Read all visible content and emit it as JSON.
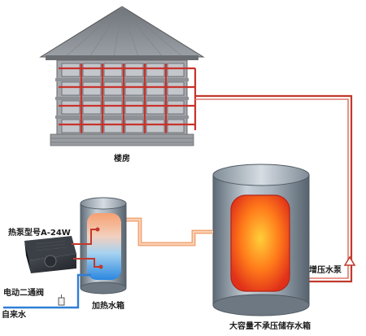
{
  "labels": {
    "building": "楼房",
    "heat_pump_model": "热泵型号A-24W",
    "two_way_valve": "电动二通阀",
    "tap_water": "自来水",
    "heating_tank": "加热水箱",
    "booster_pump": "增压水泵",
    "storage_tank": "大容量不承压储存水箱"
  },
  "colors": {
    "hot_pipe": "#c0392b",
    "warm_pipe": "#f3b283",
    "cold_pipe": "#2f7fd6",
    "tank_steel": "#8d9aa6",
    "roof": "#8b8f95",
    "building_frame": "#c8332c"
  },
  "icons": {
    "booster_pump": "pump-triangle-icon",
    "valve": "valve-icon"
  }
}
